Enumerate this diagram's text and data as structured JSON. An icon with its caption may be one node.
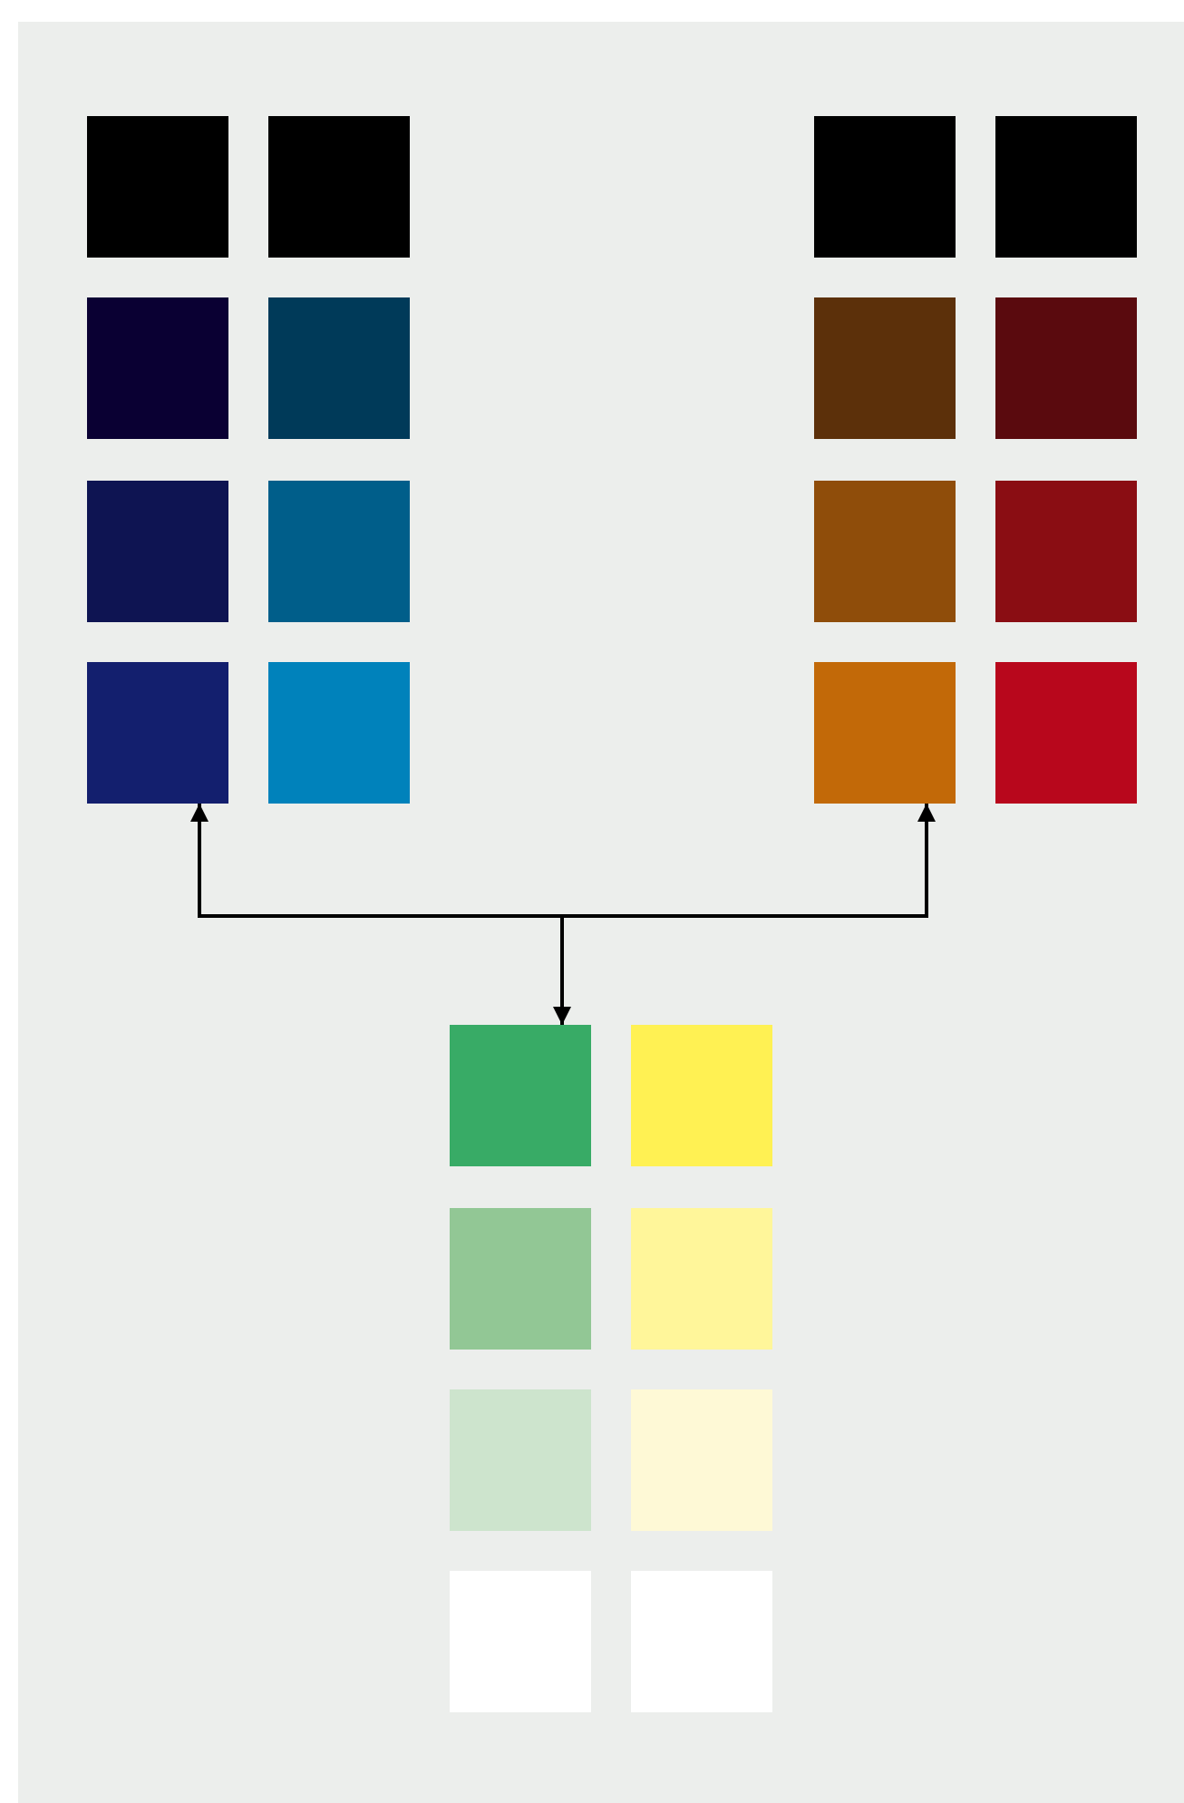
{
  "diagram": {
    "nodes": [
      {
        "text": [],
        "shape": "box"
      },
      {
        "text": [],
        "shape": "box"
      },
      {
        "text": [],
        "shape": "box"
      },
      {
        "text": [],
        "shape": "box"
      },
      {
        "text": [],
        "shape": "box"
      },
      {
        "text": [],
        "shape": "box"
      },
      {
        "text": [],
        "shape": "box"
      },
      {
        "text": [],
        "shape": "box"
      },
      {
        "text": [],
        "shape": "box"
      },
      {
        "text": [],
        "shape": "box"
      },
      {
        "text": [],
        "shape": "box"
      },
      {
        "text": [],
        "shape": "box"
      },
      {
        "text": [],
        "shape": "box"
      },
      {
        "text": [],
        "shape": "box"
      },
      {
        "text": [],
        "shape": "box"
      },
      {
        "text": [],
        "shape": "box"
      },
      {
        "text": [],
        "shape": "box"
      },
      {
        "text": [],
        "shape": "box"
      },
      {
        "text": [],
        "shape": "box"
      },
      {
        "text": [],
        "shape": "box"
      },
      {
        "text": [],
        "shape": "box"
      },
      {
        "text": [],
        "shape": "box"
      },
      {
        "text": [],
        "shape": "box"
      },
      {
        "text": [],
        "shape": "box"
      }
    ],
    "edges": [
      {
        "from": null,
        "to": 6,
        "arrow": "to"
      },
      {
        "from": null,
        "to": 14,
        "arrow": "to"
      },
      {
        "from": null,
        "to": 16,
        "arrow": "to"
      }
    ]
  }
}
